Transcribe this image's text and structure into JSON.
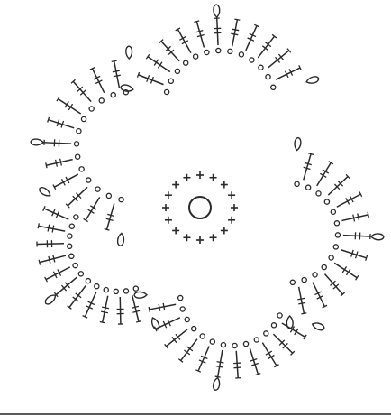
{
  "diagram": {
    "kind": "crochet-chart",
    "ink_color": "#2a2a2a",
    "background_color": "#ffffff",
    "center_ring": {
      "symbol": "magic-ring"
    },
    "inner_round": {
      "symbol": "single-crochet",
      "count": 16
    },
    "scallops": [
      {
        "id": "scallop-top",
        "chains": 13,
        "trebles": 11,
        "picots": 3
      },
      {
        "id": "scallop-left",
        "chains": 13,
        "trebles": 11,
        "picots": 3
      },
      {
        "id": "scallop-right",
        "chains": 13,
        "trebles": 11,
        "picots": 3
      },
      {
        "id": "scallop-bottom",
        "chains": 13,
        "trebles": 11,
        "picots": 3
      },
      {
        "id": "scallop-bottom-left",
        "chains": 13,
        "trebles": 11,
        "picots": 3
      }
    ],
    "legend_symbols": [
      "chain",
      "single-crochet",
      "treble",
      "picot"
    ]
  }
}
